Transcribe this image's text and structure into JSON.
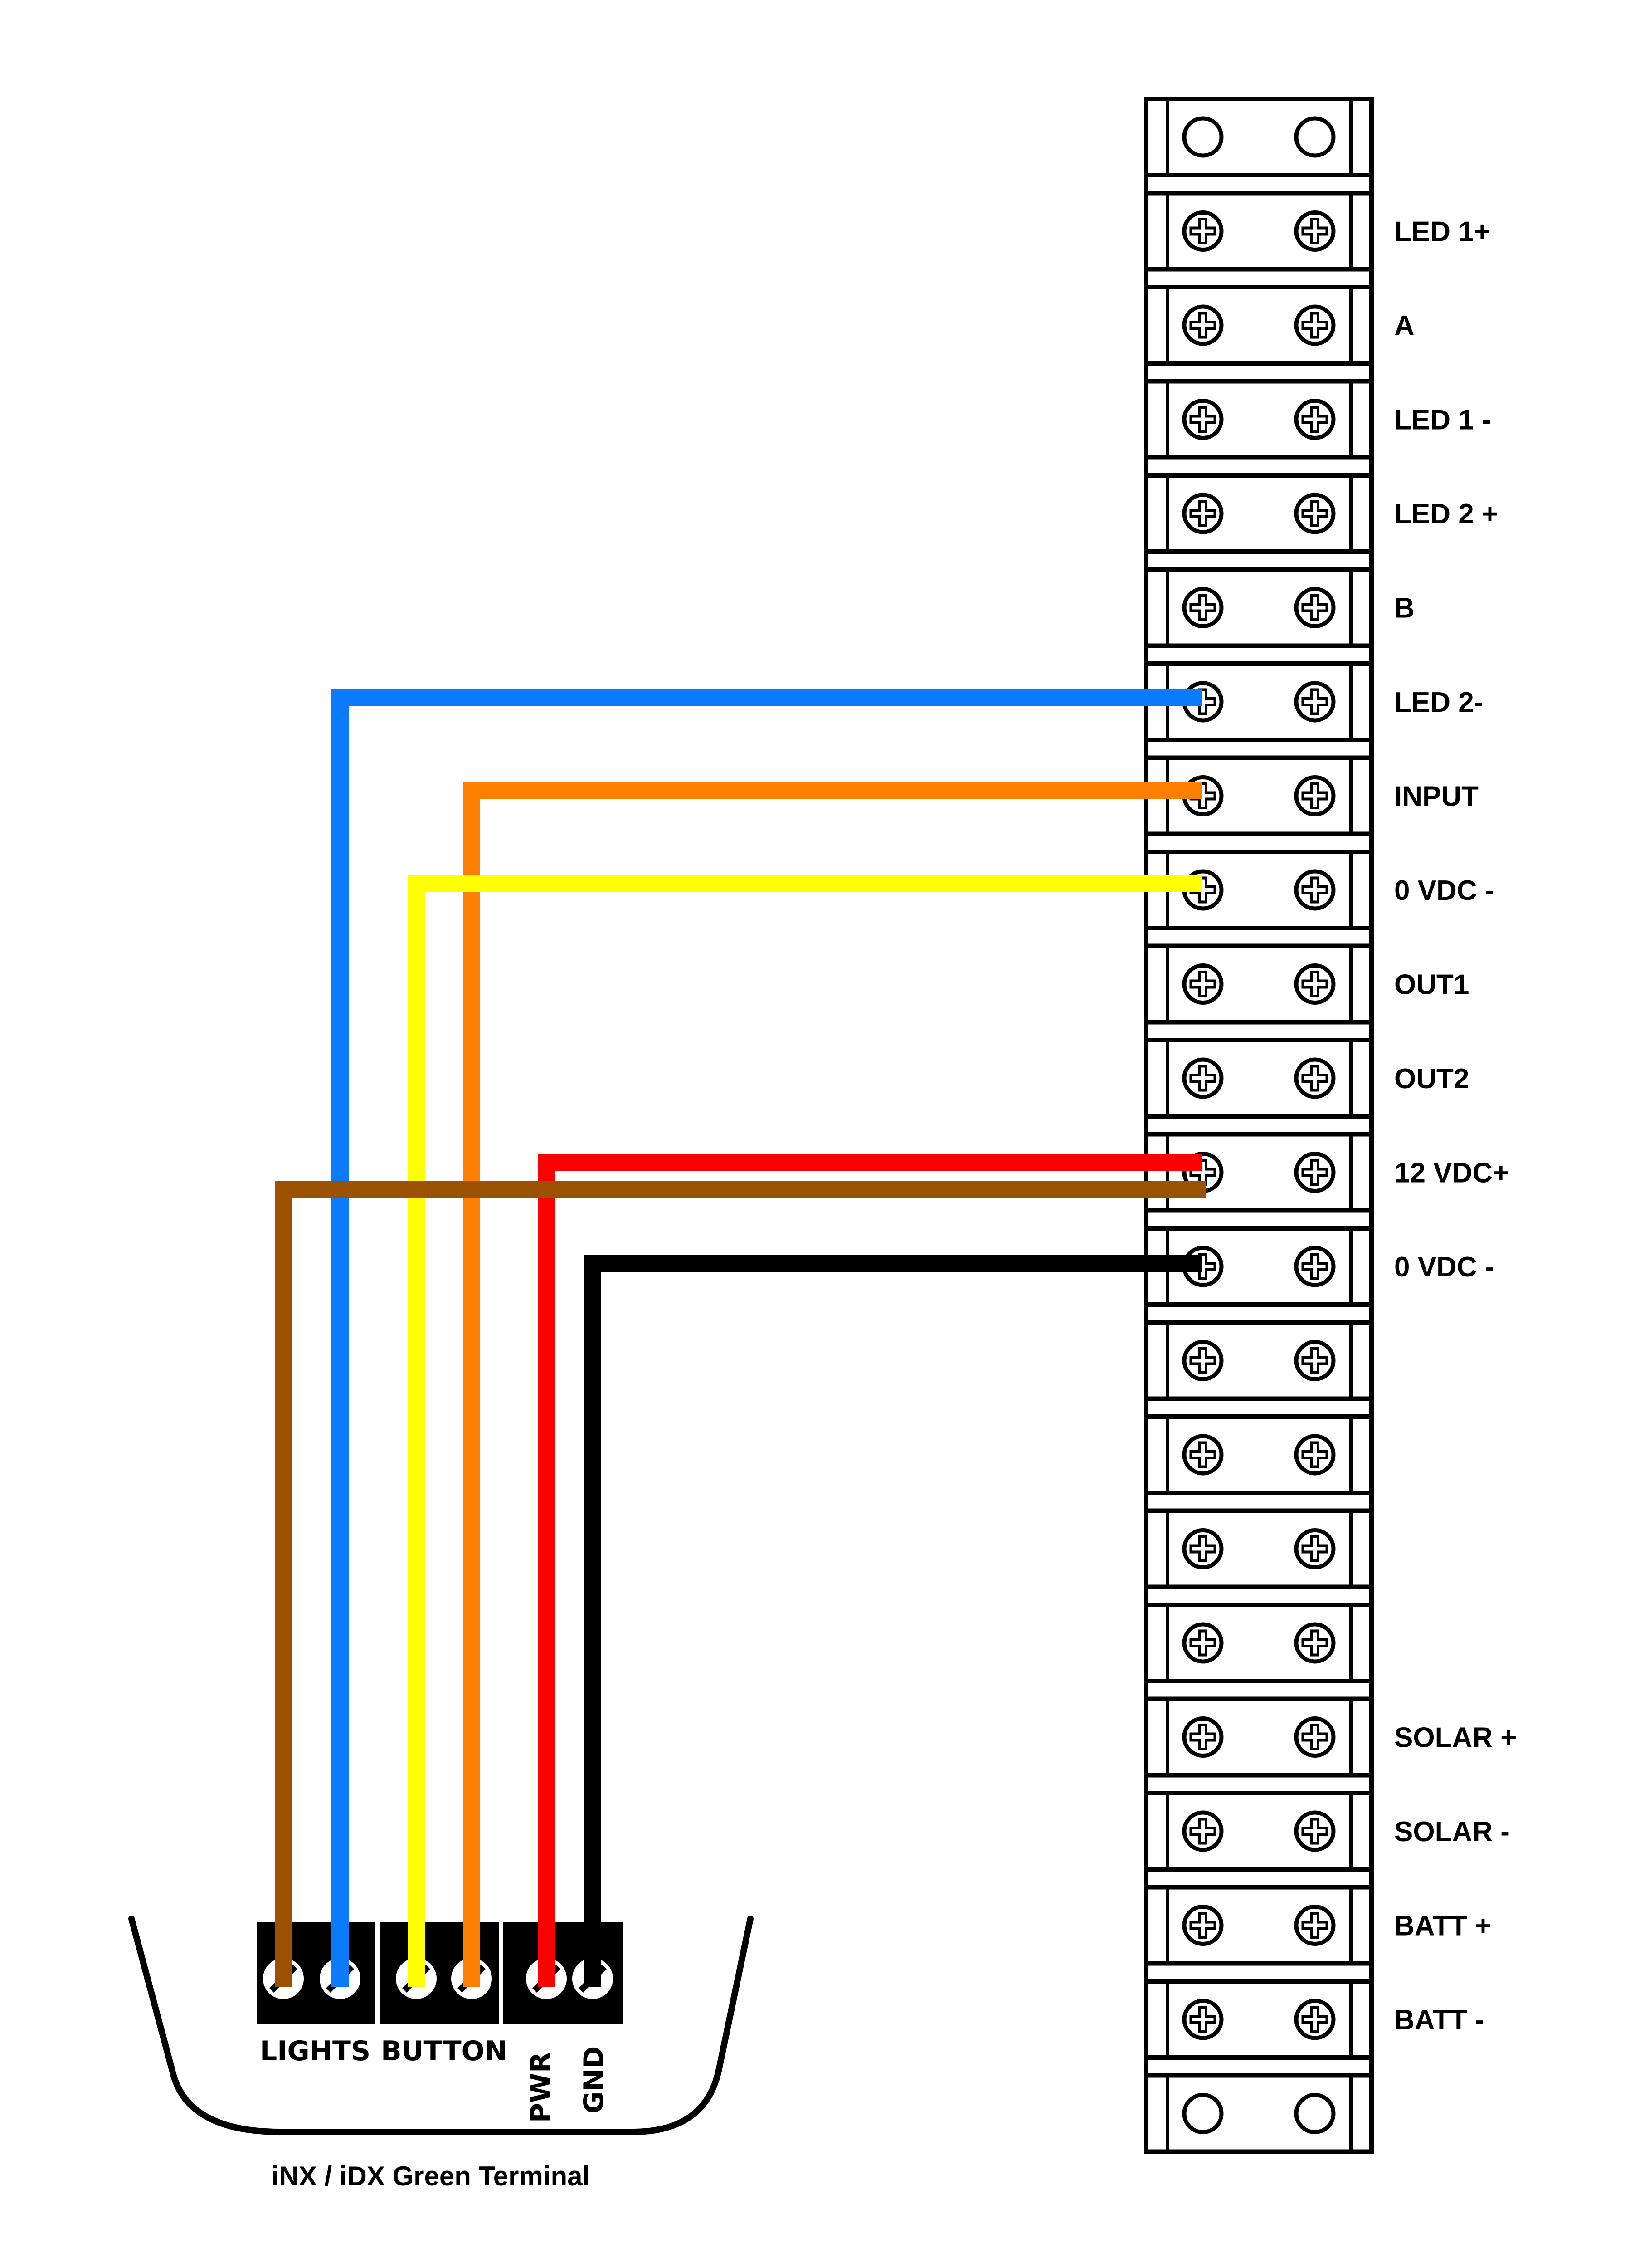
{
  "strip": {
    "labels": [
      "",
      "LED 1+",
      "A",
      "LED 1 -",
      "LED 2 +",
      "B",
      "LED 2-",
      "INPUT",
      "0 VDC -",
      "OUT1",
      "OUT2",
      "12 VDC+",
      "0 VDC -",
      "",
      "",
      "",
      "",
      "SOLAR +",
      "SOLAR -",
      "BATT +",
      "BATT -",
      ""
    ]
  },
  "green_terminal": {
    "caption": "iNX / iDX Green Terminal",
    "group_labels": {
      "lights": "LIGHTS",
      "button": "BUTTON",
      "pwr": "PWR",
      "gnd": "GND"
    }
  },
  "wires": [
    {
      "color": "#0a7bff",
      "from": "LIGHTS",
      "to": "LED 2-"
    },
    {
      "color": "#ff7f00",
      "from": "BUTTON",
      "to": "INPUT"
    },
    {
      "color": "#ffff00",
      "from": "BUTTON",
      "to": "0 VDC -"
    },
    {
      "color": "#ff0000",
      "from": "PWR",
      "to": "12 VDC+"
    },
    {
      "color": "#9a5200",
      "from": "LIGHTS",
      "to": "12 VDC+"
    },
    {
      "color": "#000000",
      "from": "GND",
      "to": "0 VDC -"
    }
  ]
}
